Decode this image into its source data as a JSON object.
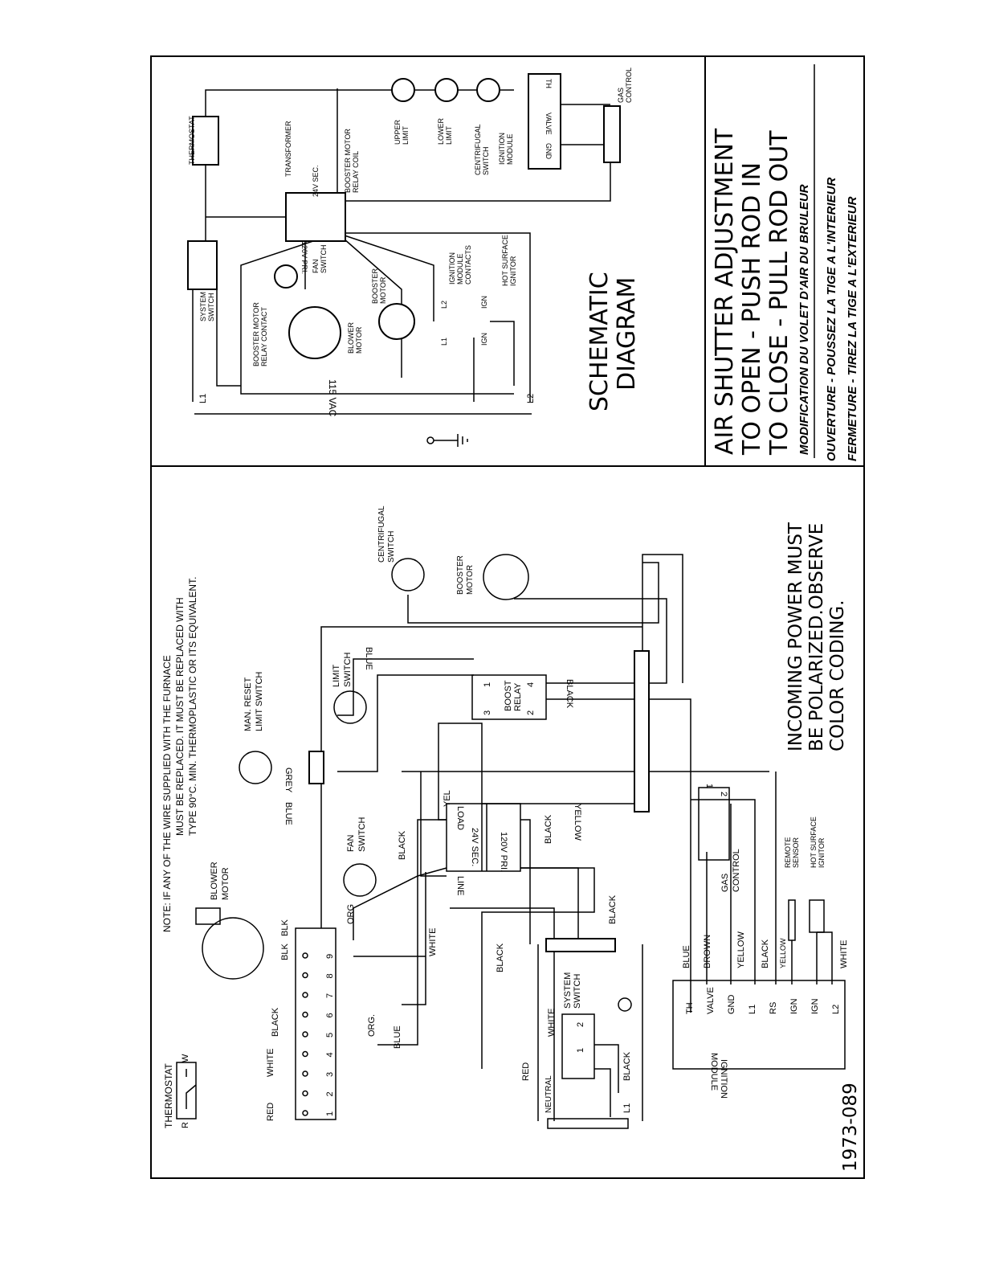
{
  "wiring": {
    "note_line1": "NOTE:  IF ANY OF THE WIRE SUPPLIED WITH THE FURNACE",
    "note_line2": "MUST BE REPLACED. IT MUST BE REPLACED WITH",
    "note_line3": "TYPE 90°C. MIN. THERMOPLASTIC OR ITS EQUIVALENT.",
    "thermostat": "THERMOSTAT",
    "thermostat_r": "R",
    "thermostat_w": "W",
    "blower_motor": [
      "BLOWER",
      "MOTOR"
    ],
    "fan_switch": [
      "FAN",
      "SWITCH"
    ],
    "man_reset": [
      "MAN. RESET",
      "LIMIT SWITCH"
    ],
    "limit_switch": [
      "LIMIT",
      "SWITCH"
    ],
    "centrifugal_switch": [
      "CENTRIFUGAL",
      "SWITCH"
    ],
    "booster_motor": [
      "BOOSTER",
      "MOTOR"
    ],
    "boost_relay": [
      "BOOST",
      "RELAY"
    ],
    "relay_pins": [
      "1",
      "3",
      "2",
      "4"
    ],
    "transformer_pri": "120V PRI.",
    "transformer_sec": "24V SEC.",
    "transformer_line": "LINE",
    "transformer_load": "LOAD",
    "gas_control": [
      "GAS",
      "CONTROL"
    ],
    "gas_terms": [
      "1",
      "2"
    ],
    "remote_sensor": [
      "REMOTE",
      "SENSOR"
    ],
    "hot_surface_ignitor": [
      "HOT SURFACE",
      "IGNITOR"
    ],
    "system_switch": [
      "SYSTEM",
      "SWITCH"
    ],
    "switch_terms": [
      "1",
      "2"
    ],
    "neutral": "NEUTRAL",
    "l1": "L1",
    "ignition_module": [
      "IGNITION",
      "MODULE"
    ],
    "module_terminals": [
      "TH",
      "VALVE",
      "GND",
      "L1",
      "RS",
      "IGN",
      "IGN",
      "L2"
    ],
    "terminal_block": [
      "1",
      "2",
      "3",
      "4",
      "5",
      "6",
      "7",
      "8",
      "9"
    ],
    "wires": {
      "red": "RED",
      "white": "WHITE",
      "black": "BLACK",
      "blk": "BLK",
      "orange": "ORG",
      "orange2": "ORG.",
      "blue": "BLUE",
      "grey": "GREY",
      "yellow": "YELLOW",
      "yel": "YEL",
      "brown": "BROWN"
    },
    "incoming_power": [
      "INCOMING POWER MUST",
      "BE POLARIZED.OBSERVE",
      "COLOR CODING."
    ],
    "drawing_number": "1973-089"
  },
  "schematic": {
    "title": [
      "SCHEMATIC",
      "DIAGRAM"
    ],
    "thermostat": "THERMOSTAT",
    "transformer": "TRANSFORMER",
    "booster_relay_coil": [
      "BOOSTER MOTOR",
      "RELAY COIL"
    ],
    "upper_limit": [
      "UPPER",
      "LIMIT"
    ],
    "lower_limit": [
      "LOWER",
      "LIMIT"
    ],
    "centrifugal_switch": [
      "CENTRIFUGAL",
      "SWITCH"
    ],
    "ignition_module": [
      "IGNITION",
      "MODULE"
    ],
    "gas_control": [
      "GAS",
      "CONTROL"
    ],
    "th": "TH",
    "valve": "VALVE",
    "gnd": "GND",
    "pri": "120V PRI.",
    "sec": "24V SEC.",
    "system_switch": [
      "SYSTEM",
      "SWITCH"
    ],
    "fan_switch": [
      "FAN",
      "SWITCH"
    ],
    "booster_relay_contact": [
      "BOOSTER MOTOR",
      "RELAY CONTACT"
    ],
    "blower_motor": [
      "BLOWER",
      "MOTOR"
    ],
    "booster_motor": [
      "BOOSTER",
      "MOTOR"
    ],
    "ignition_contacts": [
      "IGNITION",
      "MODULE",
      "CONTACTS"
    ],
    "hot_surface": [
      "HOT SURFACE",
      "IGNITOR"
    ],
    "l1": "L1",
    "l2": "L2",
    "ign": "IGN",
    "vac": "115 VAC"
  },
  "air_shutter": {
    "line1": "AIR SHUTTER ADJUSTMENT",
    "line2": "TO OPEN   -  PUSH ROD IN",
    "line3": "TO CLOSE  -  PULL ROD OUT",
    "fr1": "MODIFICATION DU VOLET D'AIR DU BRULEUR",
    "fr2": "OUVERTURE - POUSSEZ LA TIGE A L'INTERIEUR",
    "fr3": "FERMETURE - TIREZ LA TIGE A L'EXTERIEUR"
  }
}
